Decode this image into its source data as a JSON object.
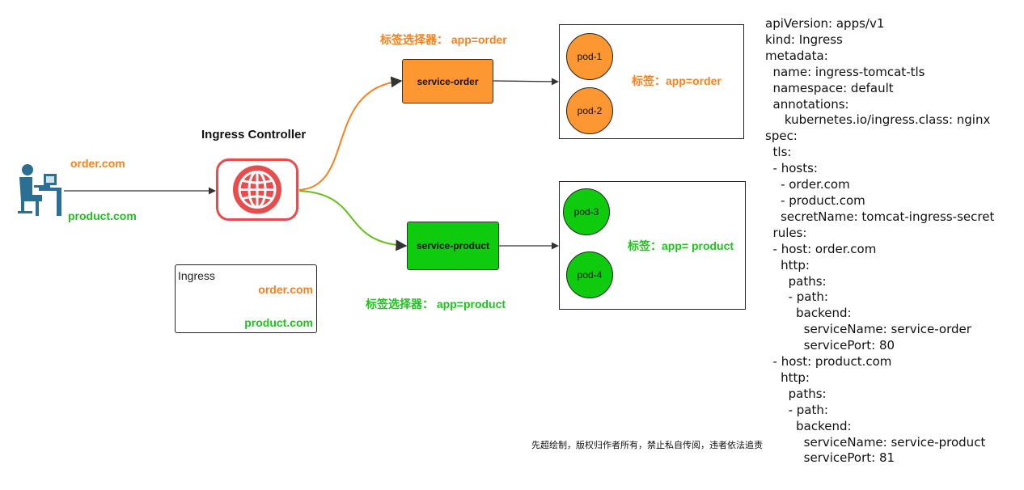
{
  "colors": {
    "orange": "#f7821d",
    "green": "#1fc21f",
    "ingress_red": "#e94c4c",
    "user_blue": "#2b6f95"
  },
  "diagram": {
    "controller_title": "Ingress Controller",
    "user_domains": {
      "order": "order.com",
      "product": "product.com"
    },
    "ingress_box": {
      "title": "Ingress",
      "order": "order.com",
      "product": "product.com"
    },
    "order": {
      "selector_label": "标签选择器：  app=order",
      "service": "service-order",
      "pods": [
        "pod-1",
        "pod-2"
      ],
      "pod_label": "标签：app=order"
    },
    "product": {
      "selector_label": "标签选择器：  app=product",
      "service": "service-product",
      "pods": [
        "pod-3",
        "pod-4"
      ],
      "pod_label": "标签：app= product"
    },
    "icons": {
      "user": "user-at-computer-icon",
      "ingress": "globe-icon"
    }
  },
  "yaml_lines": [
    "apiVersion: apps/v1",
    "kind: Ingress",
    "metadata:",
    "  name: ingress-tomcat-tls",
    "  namespace: default",
    "  annotations:",
    "     kubernetes.io/ingress.class: nginx",
    "spec:",
    "  tls:",
    "  - hosts:",
    "    - order.com",
    "    - product.com",
    "    secretName: tomcat-ingress-secret",
    "  rules:",
    "  - host: order.com",
    "    http:",
    "      paths:",
    "      - path:",
    "        backend:",
    "          serviceName: service-order",
    "          servicePort: 80",
    "  - host: product.com",
    "    http:",
    "      paths:",
    "      - path:",
    "        backend:",
    "          serviceName: service-product",
    "          servicePort: 81"
  ],
  "footer": "先超绘制，版权归作者所有，禁止私自传阅，违者依法追责"
}
